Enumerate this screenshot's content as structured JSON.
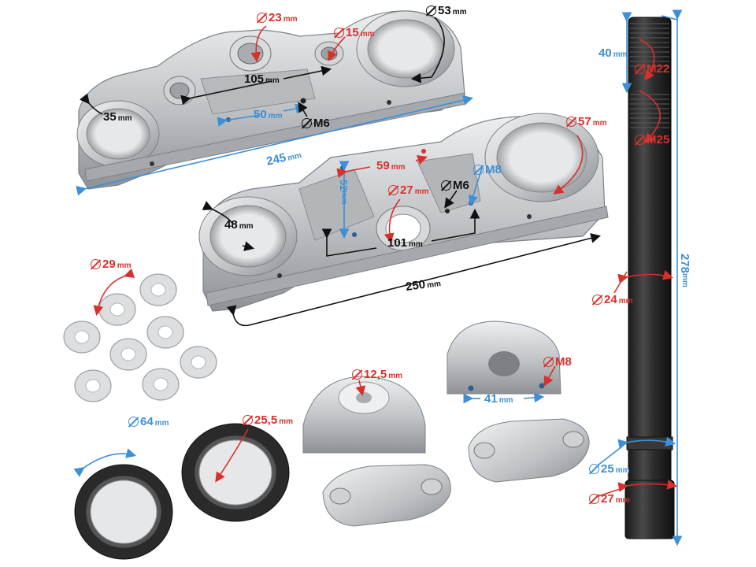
{
  "colors": {
    "dimension_red": "#d8302a",
    "dimension_blue": "#3d8fd6",
    "dimension_black": "#111111",
    "aluminium": "#c9cbce",
    "seal_rubber": "#2a2a2a",
    "stem_steel": "#2b2b2b"
  },
  "upper_clamp": {
    "d_left_bore": "35",
    "d_pin_hole": "23",
    "d_small_hole": "15",
    "d_right_bore": "53",
    "hole_spacing": "105",
    "blue_spacing": "50",
    "thread": "M6",
    "overall_length": "245"
  },
  "lower_clamp": {
    "d_left_bore": "48",
    "d_right_bore": "57",
    "d_center_bore": "27",
    "top_spacing": "59",
    "vertical_spacing": "52",
    "hole_spacing": "101",
    "thread_a": "M6",
    "thread_b": "M8",
    "overall_length": "250"
  },
  "washers": {
    "d_outer": "29"
  },
  "bearing_seals": {
    "d_outer": "64",
    "d_inner": "25,5"
  },
  "handlebar_risers": {
    "d_bore": "12,5",
    "thread": "M8",
    "spacing": "41"
  },
  "steering_stem": {
    "thread_length": "40",
    "thread_top": "M22",
    "thread_lower": "M25",
    "length": "278",
    "d_shaft": "24",
    "d_bearing_seat": "25",
    "d_base": "27"
  },
  "unit": "mm"
}
